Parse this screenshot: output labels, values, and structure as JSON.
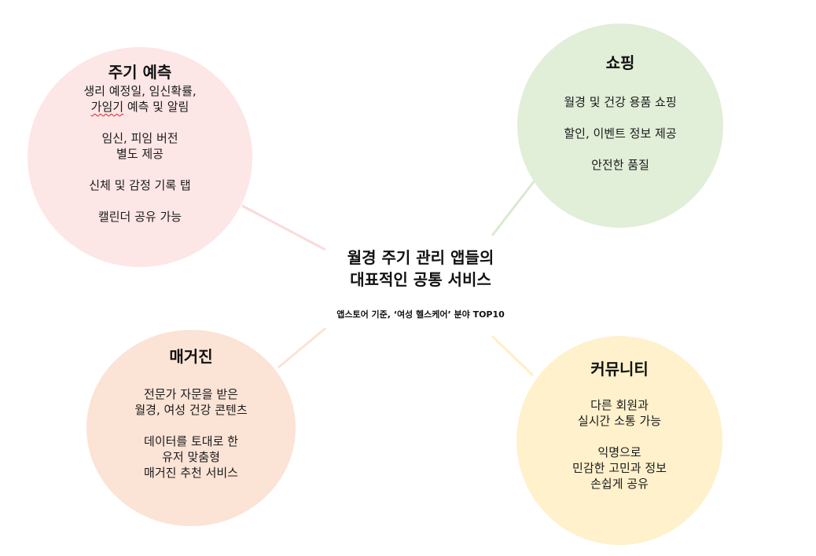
{
  "center": {
    "title_line1": "월경 주기 관리 앱들의",
    "title_line2": "대표적인 공통 서비스",
    "subtitle": "앱스토어 기준, ‘여성 헬스케어’ 분야 TOP10"
  },
  "nodes": {
    "predict": {
      "title": "주기 예측",
      "items": [
        [
          "생리 예정일, 임신확률,",
          "가임기 예측 및 알림"
        ],
        [
          "임신, 피임 버전",
          "별도 제공"
        ],
        [
          "신체 및 감정 기록 탭"
        ],
        [
          "캘린더 공유 가능"
        ]
      ],
      "color": "#fde6e6"
    },
    "shopping": {
      "title": "쇼핑",
      "items": [
        [
          "월경 및 건강 용품 쇼핑"
        ],
        [
          "할인, 이벤트 정보 제공"
        ],
        [
          "안전한 품질"
        ]
      ],
      "color": "#e1eed8"
    },
    "magazine": {
      "title": "매거진",
      "items": [
        [
          "전문가 자문을 받은",
          "월경, 여성 건강 콘텐츠"
        ],
        [
          "데이터를 토대로 한",
          "유저 맞춤형",
          "매거진 추천 서비스"
        ]
      ],
      "color": "#fbe3d6"
    },
    "community": {
      "title": "커뮤니티",
      "items": [
        [
          "다른 회원과",
          "실시간 소통 가능"
        ],
        [
          "익명으로",
          "민감한 고민과 정보",
          "손쉽게 공유"
        ]
      ],
      "color": "#fef1cc"
    }
  },
  "connectors": [
    {
      "from": "center",
      "to": "predict",
      "color": "#fbdada"
    },
    {
      "from": "center",
      "to": "shopping",
      "color": "#d8ead0"
    },
    {
      "from": "center",
      "to": "magazine",
      "color": "#fbe3d6"
    },
    {
      "from": "center",
      "to": "community",
      "color": "#fdf0c8"
    }
  ]
}
